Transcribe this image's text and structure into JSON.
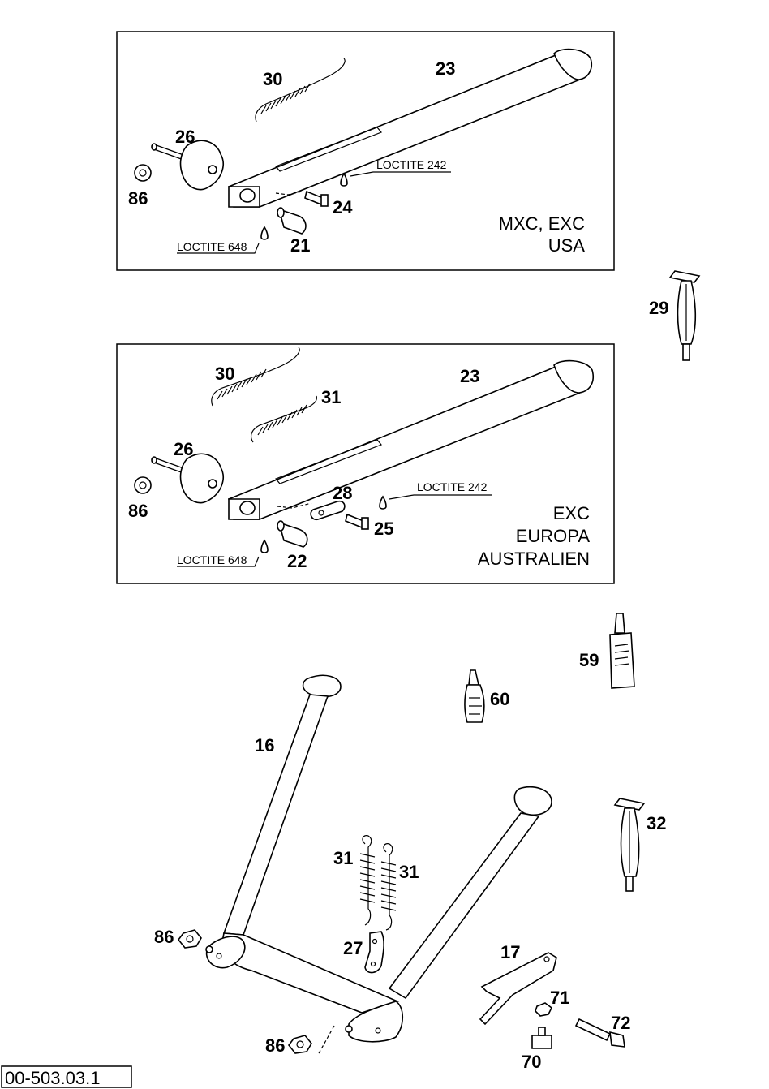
{
  "panel_top": {
    "variant_lines": [
      "MXC, EXC",
      "USA"
    ],
    "loctite_upper": "LOCTITE 242",
    "loctite_lower": "LOCTITE 648",
    "part_numbers": [
      "30",
      "23",
      "26",
      "86",
      "24",
      "21"
    ]
  },
  "panel_middle": {
    "variant_lines": [
      "EXC",
      "EUROPA",
      "AUSTRALIEN"
    ],
    "loctite_upper": "LOCTITE 242",
    "loctite_lower": "LOCTITE 648",
    "part_numbers": [
      "30",
      "31",
      "23",
      "26",
      "86",
      "28",
      "25",
      "22"
    ]
  },
  "loose_parts": [
    "29",
    "59",
    "60",
    "32"
  ],
  "center_stand": {
    "part_numbers": [
      "16",
      "31",
      "31",
      "27",
      "86",
      "86",
      "17",
      "71",
      "72",
      "70"
    ]
  },
  "reference": "00-503.03.1"
}
